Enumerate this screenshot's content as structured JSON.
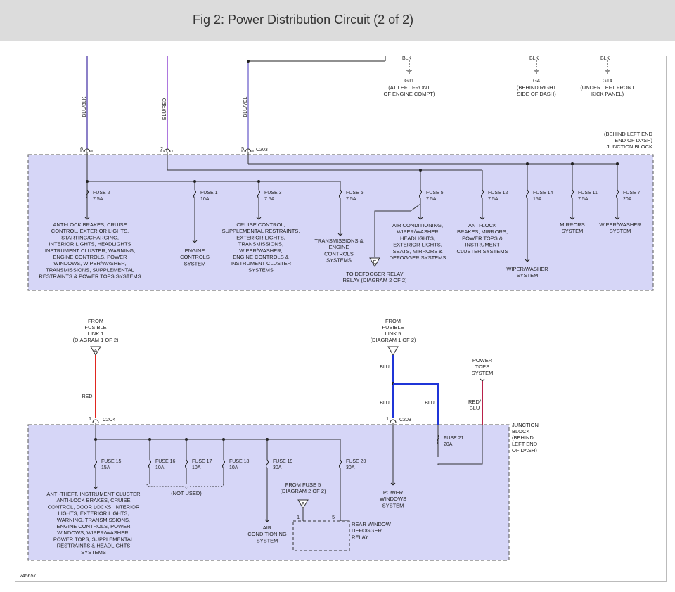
{
  "title": "Fig 2: Power Distribution Circuit (2 of 2)",
  "figure_id": "245657",
  "colors": {
    "blu": "#1f35d8",
    "red": "#e0261f",
    "red_blu": "#b8224a",
    "blu_blk": "#5b4ab0",
    "blu_red": "#8a3fd0",
    "block_fill": "#d6d6f7"
  },
  "grounds": [
    {
      "wire": "BLK",
      "id": "G11",
      "desc": [
        "(AT LEFT FRONT",
        "OF ENGINE COMPT)"
      ]
    },
    {
      "wire": "BLK",
      "id": "G4",
      "desc": [
        "(BEHIND RIGHT",
        "SIDE OF DASH)"
      ]
    },
    {
      "wire": "BLK",
      "id": "G14",
      "desc": [
        "(UNDER LEFT FRONT",
        "KICK PANEL)"
      ]
    }
  ],
  "top_wires": [
    {
      "pin": "6",
      "label": "BLU/BLK"
    },
    {
      "pin": "2",
      "label": "BLU/RED"
    },
    {
      "pin": "5",
      "label": "BLU/YEL"
    }
  ],
  "top_block": {
    "connector": "C203",
    "title": [
      "(BEHIND LEFT END",
      "END OF DASH)",
      "JUNCTION BLOCK"
    ],
    "fuses": [
      {
        "name": "FUSE 2",
        "rating": "7.5A",
        "desc": [
          "ANTI-LOCK BRAKES, CRUISE",
          "CONTROL, EXTERIOR LIGHTS,",
          "STARTING/CHARGING,",
          "INTERIOR LIGHTS, HEADLIGHTS",
          "INSTRUMENT CLUSTER, WARNING,",
          "ENGINE CONTROLS, POWER",
          "WINDOWS, WIPER/WASHER,",
          "TRANSMISSIONS, SUPPLEMENTAL",
          "RESTRAINTS & POWER TOPS SYSTEMS"
        ]
      },
      {
        "name": "FUSE 1",
        "rating": "10A",
        "desc": [
          "ENGINE",
          "CONTROLS",
          "SYSTEM"
        ]
      },
      {
        "name": "FUSE 3",
        "rating": "7.5A",
        "desc": [
          "CRUISE CONTROL,",
          "SUPPLEMENTAL RESTRAINTS,",
          "EXTERIOR LIGHTS,",
          "TRANSMISSIONS,",
          "WIPER/WASHER,",
          "ENGINE CONTROLS &",
          "INSTRUMENT CLUSTER",
          "SYSTEMS"
        ]
      },
      {
        "name": "FUSE 6",
        "rating": "7.5A",
        "desc": [
          "TRANSMISSIONS &",
          "ENGINE",
          "CONTROLS",
          "SYSTEMS"
        ]
      },
      {
        "name": "FUSE 5",
        "rating": "7.5A",
        "desc": [
          "AIR CONDITIONING,",
          "WIPER/WASHER",
          "HEADLIGHTS,",
          "EXTERIOR LIGHTS,",
          "SEATS, MIRRORS &",
          "DEFOGGER SYSTEMS"
        ]
      },
      {
        "name": "FUSE 12",
        "rating": "7.5A",
        "desc": [
          "ANTI-LOCK",
          "BRAKES, MIRRORS,",
          "POWER TOPS &",
          "INSTRUMENT",
          "CLUSTER SYSTEMS"
        ]
      },
      {
        "name": "FUSE 14",
        "rating": "15A",
        "desc": [
          "WIPER/WASHER",
          "SYSTEM"
        ]
      },
      {
        "name": "FUSE 11",
        "rating": "7.5A",
        "desc": [
          "MIRRORS",
          "SYSTEM"
        ]
      },
      {
        "name": "FUSE 7",
        "rating": "20A",
        "desc": [
          "WIPER/WASHER",
          "SYSTEM"
        ]
      }
    ],
    "ref_e": {
      "letter": "E",
      "text": [
        "TO DEFOGGER RELAY",
        "RELAY (DIAGRAM 2 OF 2)"
      ]
    }
  },
  "bottom_inputs": [
    {
      "letter": "A",
      "from": [
        "FROM",
        "FUSIBLE",
        "LINK 1",
        "(DIAGRAM 1 OF 2)"
      ],
      "wire": "RED",
      "pin": "1",
      "connector": "C2O4"
    },
    {
      "letter": "C",
      "from": [
        "FROM",
        "FUSIBLE",
        "LINK 5",
        "(DIAGRAM 1 OF 2)"
      ],
      "wire1": "BLU",
      "wire2": "BLU",
      "wire3": "BLU",
      "pin": "1",
      "connector": "C203"
    }
  ],
  "power_tops": {
    "label": [
      "POWER",
      "TOPS",
      "SYSTEM"
    ],
    "wire": [
      "RED/",
      "BLU"
    ]
  },
  "bottom_block": {
    "title": [
      "JUNCTION",
      "BLOCK",
      "(BEHIND",
      "LEFT END",
      "OF DASH)"
    ],
    "fuses": [
      {
        "name": "FUSE 15",
        "rating": "15A"
      },
      {
        "name": "FUSE 16",
        "rating": "10A"
      },
      {
        "name": "FUSE 17",
        "rating": "10A"
      },
      {
        "name": "FUSE 18",
        "rating": "10A"
      },
      {
        "name": "FUSE 19",
        "rating": "30A"
      },
      {
        "name": "FUSE 20",
        "rating": "30A"
      },
      {
        "name": "FUSE 21",
        "rating": "20A"
      }
    ],
    "fuse15_desc": [
      "ANTI-THEFT, INSTRUMENT CLUSTER",
      "ANTI-LOCK BRAKES, CRUISE",
      "CONTROL, DOOR LOCKS, INTERIOR",
      "LIGHTS, EXTERIOR LIGHTS,",
      "WARNING, TRANSMISSIONS,",
      "ENGINE CONTROLS, POWER",
      "WINDOWS, WIPER/WASHER,",
      "POWER TOPS, SUPPLEMENTAL",
      "RESTRAINTS & HEADLIGHTS",
      "SYSTEMS"
    ],
    "not_used": "(NOT USED)",
    "ac_desc": [
      "AIR",
      "CONDITIONING",
      "SYSTEM"
    ],
    "ref_f": {
      "letter": "F",
      "text": [
        "FROM FUSE 5",
        "(DIAGRAM 2 OF 2)"
      ]
    },
    "relay": {
      "pin_a": "1",
      "pin_b": "5",
      "label": [
        "REAR WINDOW",
        "DEFOGGER",
        "RELAY"
      ]
    },
    "pw_desc": [
      "POWER",
      "WINDOWS",
      "SYSTEM"
    ]
  }
}
